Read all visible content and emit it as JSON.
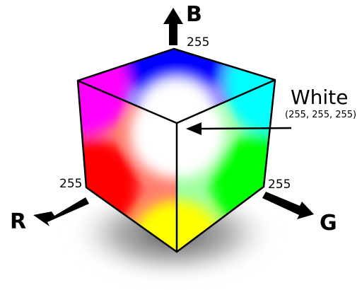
{
  "axes": {
    "blue": {
      "letter": "B",
      "max_label": "255"
    },
    "red": {
      "letter": "R",
      "max_label": "255"
    },
    "green": {
      "letter": "G",
      "max_label": "255"
    }
  },
  "callout": {
    "title": "White",
    "value": "(255, 255, 255)"
  },
  "corner_colors": {
    "top": "#0000ff",
    "top_left": "#ff00ff",
    "top_right": "#00ffff",
    "front": "#ffffff",
    "mid_left": "#ff0000",
    "mid_right": "#00ff00",
    "bottom": "#ffff00"
  },
  "icons": {
    "blue_axis": "arrow-up-icon",
    "red_axis": "arrow-down-left-icon",
    "green_axis": "arrow-down-right-icon",
    "callout": "arrow-left-icon"
  }
}
